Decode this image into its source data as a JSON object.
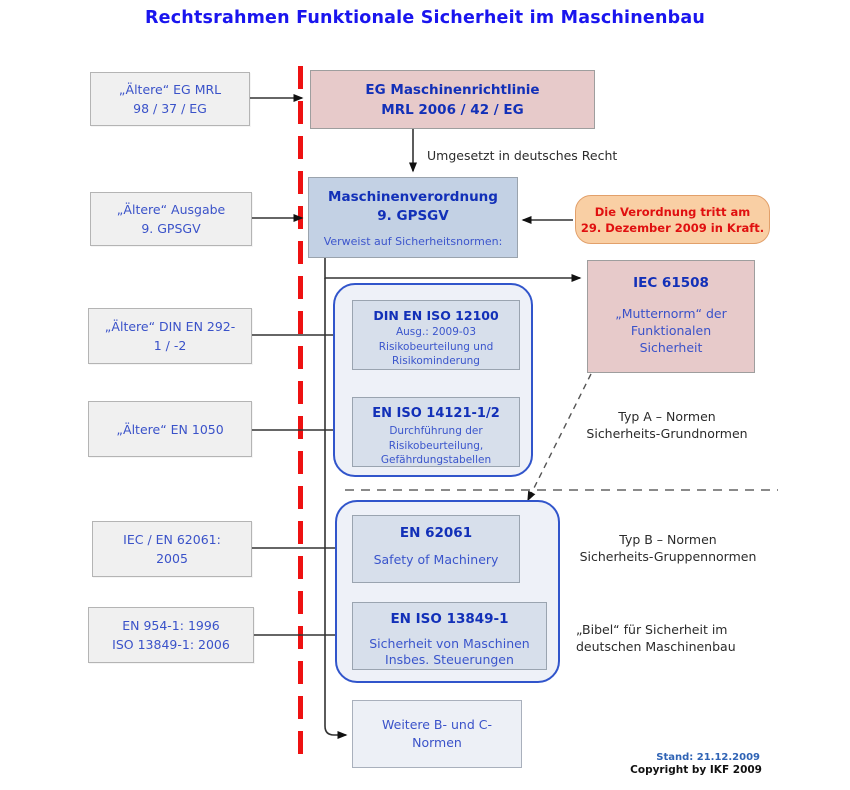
{
  "title": "Rechtsrahmen Funktionale Sicherheit im Maschinenbau",
  "legacy_boxes": [
    {
      "line1": "„Ältere“ EG MRL",
      "line2": "98 / 37 / EG"
    },
    {
      "line1": "„Ältere“ Ausgabe",
      "line2": "9. GPSGV"
    },
    {
      "line1": "„Ältere“ DIN EN 292-",
      "line2": "1 / -2"
    },
    {
      "line1": "„Ältere“ EN 1050",
      "line2": ""
    },
    {
      "line1": "IEC / EN 62061:",
      "line2": "2005"
    },
    {
      "line1": "EN 954-1: 1996",
      "line2": "ISO 13849-1: 2006"
    }
  ],
  "eg_directive": {
    "line1": "EG Maschinenrichtlinie",
    "line2": "MRL 2006 / 42 / EG"
  },
  "transposition_label": "Umgesetzt in deutsches Recht",
  "verordnung": {
    "line1": "Maschinenverordnung",
    "line2": "9. GPSGV",
    "note": "Verweist auf Sicherheitsnormen:"
  },
  "inkraft_note": {
    "line1": "Die Verordnung tritt am",
    "line2": "29. Dezember 2009 in Kraft."
  },
  "iec61508": {
    "title": "IEC 61508",
    "line1": "„Mutternorm“ der",
    "line2": "Funktionalen",
    "line3": "Sicherheit"
  },
  "iso12100": {
    "title": "DIN EN ISO 12100",
    "line1": "Ausg.: 2009-03",
    "line2": "Risikobeurteilung und",
    "line3": "Risikominderung"
  },
  "iso14121": {
    "title": "EN ISO 14121-1/2",
    "line1": "Durchführung der",
    "line2": "Risikobeurteilung,",
    "line3": "Gefährdungstabellen"
  },
  "typ_a": {
    "line1": "Typ A – Normen",
    "line2": "Sicherheits-Grundnormen"
  },
  "en62061": {
    "title": "EN 62061",
    "line1": "Safety of Machinery"
  },
  "iso13849": {
    "title": "EN ISO 13849-1",
    "line1": "Sicherheit von Maschinen",
    "line2": "Insbes. Steuerungen"
  },
  "typ_b": {
    "line1": "Typ B – Normen",
    "line2": "Sicherheits-Gruppennormen"
  },
  "bibel": {
    "line1": "„Bibel“ für Sicherheit im",
    "line2": "deutschen Maschinenbau"
  },
  "weitere": {
    "line1": "Weitere B- und C-",
    "line2": "Normen"
  },
  "footer": {
    "stand": "Stand: 21.12.2009",
    "copyright": "Copyright by IKF 2009"
  },
  "colors": {
    "title_blue": "#1a15ee",
    "heading_blue": "#1230b8",
    "label_blue": "#3a52c9",
    "divider_red": "#ee1111",
    "container_border_blue": "#3155cb",
    "pink_fill": "#e7caca",
    "regulation_fill": "#c3d1e4",
    "norm_fill": "#d7dfeb",
    "container_fill": "#eef1f8",
    "note_fill": "#f9cfa4",
    "note_text_red": "#e01010",
    "legacy_fill": "#f0f0f0"
  }
}
